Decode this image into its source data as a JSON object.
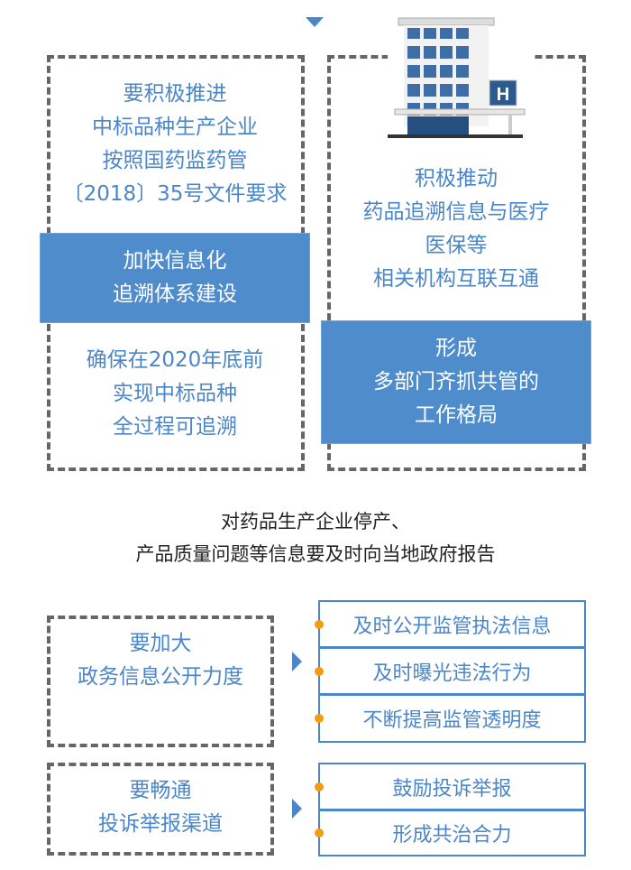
{
  "top_left": {
    "upper_lines": [
      "要积极推进",
      "中标品种生产企业",
      "按照国药监药管",
      "〔2018〕35号文件要求"
    ],
    "band_lines": [
      "加快信息化",
      "追溯体系建设"
    ],
    "lower_lines": [
      "确保在2020年底前",
      "实现中标品种",
      "全过程可追溯"
    ]
  },
  "top_right": {
    "icon": "hospital-building-icon",
    "upper_lines": [
      "积极推动",
      "药品追溯信息与医疗",
      "医保等",
      "相关机构互联互通"
    ],
    "band_lines": [
      "形成",
      "多部门齐抓共管的",
      "工作格局"
    ]
  },
  "center_lines": [
    "对药品生产企业停产、",
    "产品质量问题等信息要及时向当地政府报告"
  ],
  "section1": {
    "box_lines": [
      "要加大",
      "政务信息公开力度"
    ],
    "items": [
      "及时公开监管执法信息",
      "及时曝光违法行为",
      "不断提高监管透明度"
    ]
  },
  "section2": {
    "box_lines": [
      "要畅通",
      "投诉举报渠道"
    ],
    "items": [
      "鼓励投诉举报",
      "形成共治合力"
    ]
  },
  "colors": {
    "accent": "#4f8ccc",
    "text_blue": "#4a86c8",
    "dot": "#f39c12",
    "dash": "#666666"
  }
}
